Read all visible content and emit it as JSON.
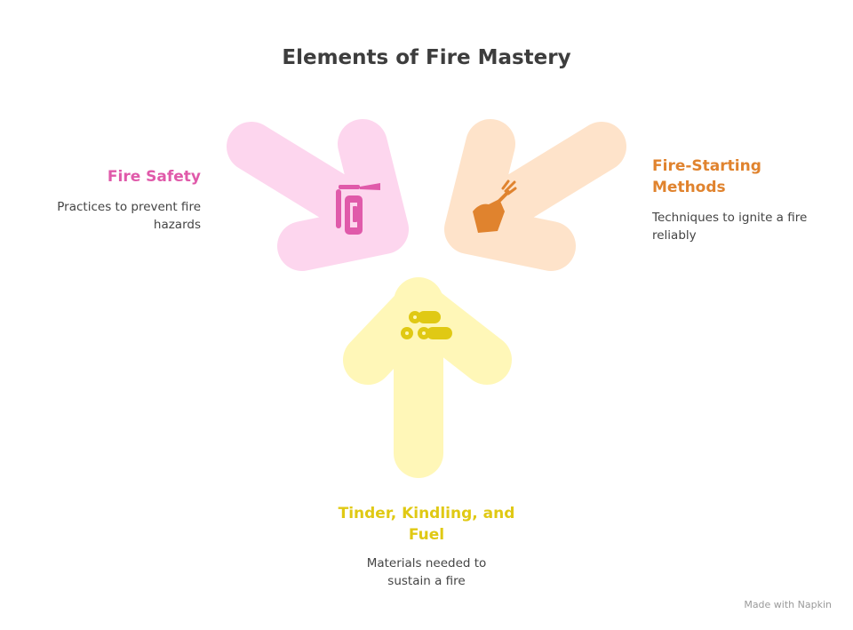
{
  "title": "Elements of Fire Mastery",
  "items": [
    {
      "title": "Fire Safety",
      "description": "Practices to prevent fire hazards",
      "icon": "fire-extinguisher-icon",
      "color": "#e05aaa",
      "fill": "#fdd6ee"
    },
    {
      "title": "Fire-Starting Methods",
      "description": "Techniques to ignite a fire reliably",
      "icon": "hand-with-torch-icon",
      "color": "#e0832e",
      "fill": "#fee3ca"
    },
    {
      "title": "Tinder, Kindling, and Fuel",
      "description": "Materials needed to sustain a fire",
      "icon": "logs-icon",
      "color": "#e0c914",
      "fill": "#fff7b8"
    }
  ],
  "footer": "Made with Napkin"
}
